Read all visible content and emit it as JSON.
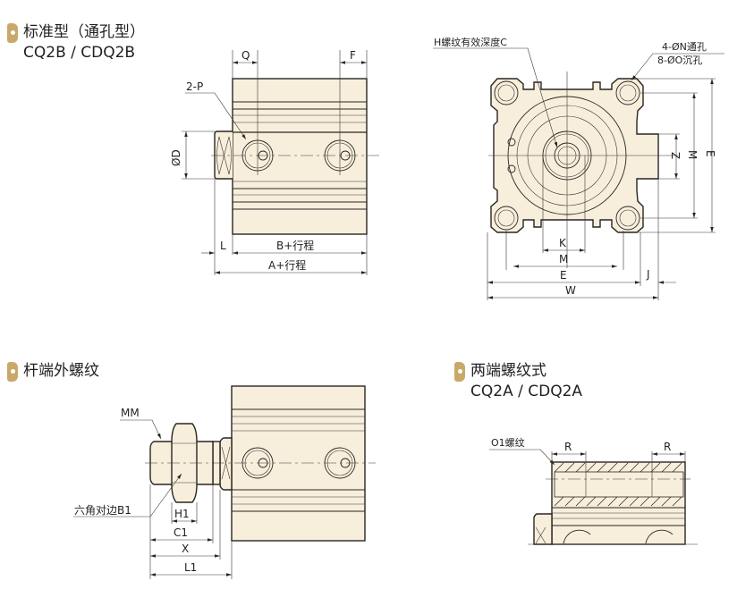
{
  "sections": {
    "standard": {
      "title": "标准型（通孔型）",
      "models": "CQ2B / CDQ2B",
      "labels": {
        "q": "Q",
        "f": "F",
        "port": "2-P",
        "od": "ØD",
        "l": "L",
        "b_stroke": "B+行程",
        "a_stroke": "A+行程"
      }
    },
    "end_view": {
      "labels": {
        "h_thread": "H螺纹有效深度C",
        "through_hole": "4-ØN通孔",
        "counterbore": "8-ØO沉孔",
        "z": "Z",
        "m_vertical": "M",
        "e_vertical": "E",
        "k": "K",
        "m": "M",
        "e": "E",
        "j": "J",
        "w": "W"
      }
    },
    "rod_end_male": {
      "title": "杆端外螺纹",
      "labels": {
        "mm": "MM",
        "hex": "六角对边B1",
        "h1": "H1",
        "c1": "C1",
        "x": "X",
        "l1": "L1"
      }
    },
    "both_ends_tapped": {
      "title": "两端螺纹式",
      "models": "CQ2A / CDQ2A",
      "labels": {
        "o1": "O1螺纹",
        "r_left": "R",
        "r_right": "R"
      }
    }
  },
  "colors": {
    "accent": "#c9a96a",
    "body_fill": "#f7efdc",
    "line": "#2a2522",
    "text": "#231f20"
  }
}
